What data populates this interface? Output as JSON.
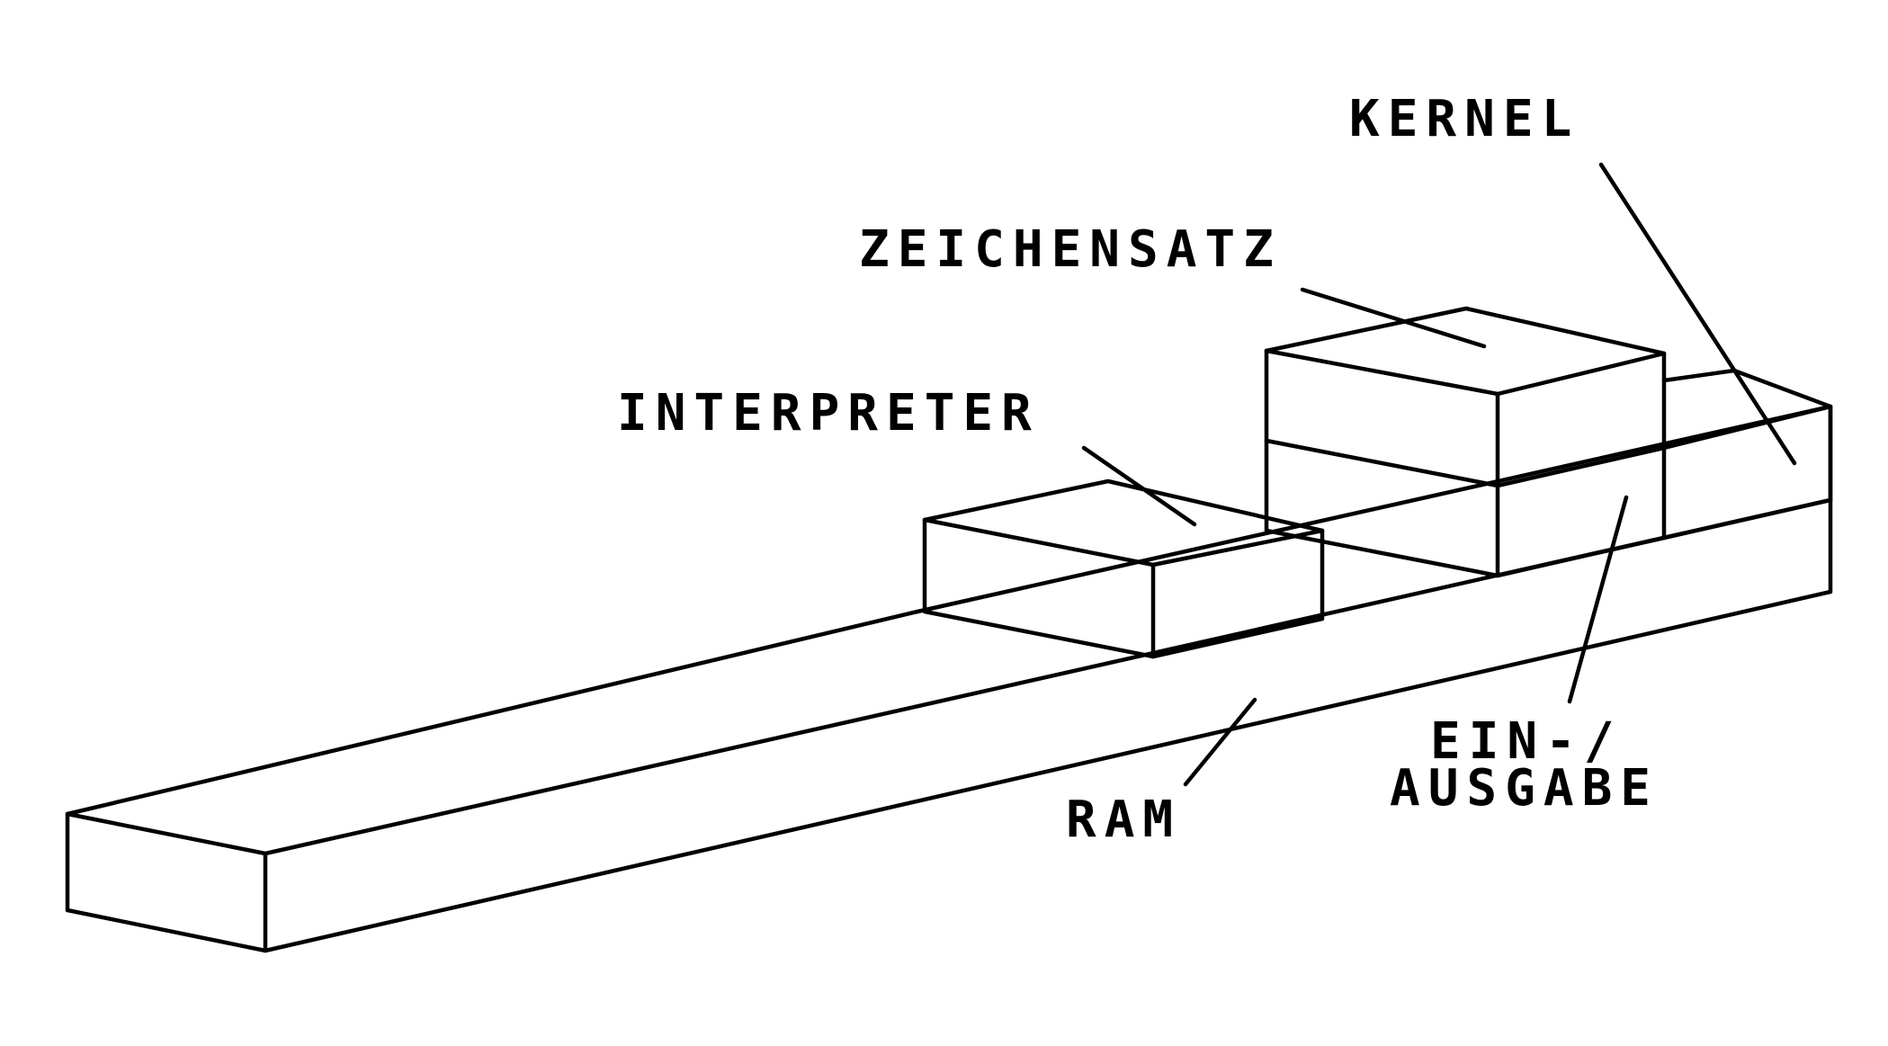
{
  "labels": {
    "kernel": "KERNEL",
    "zeichensatz": "ZEICHENSATZ",
    "interpreter": "INTERPRETER",
    "ein_line1": "EIN-/",
    "ein_line2": "AUSGABE",
    "ram": "RAM"
  },
  "colors": {
    "ink": "#000000",
    "paper": "#ffffff"
  }
}
